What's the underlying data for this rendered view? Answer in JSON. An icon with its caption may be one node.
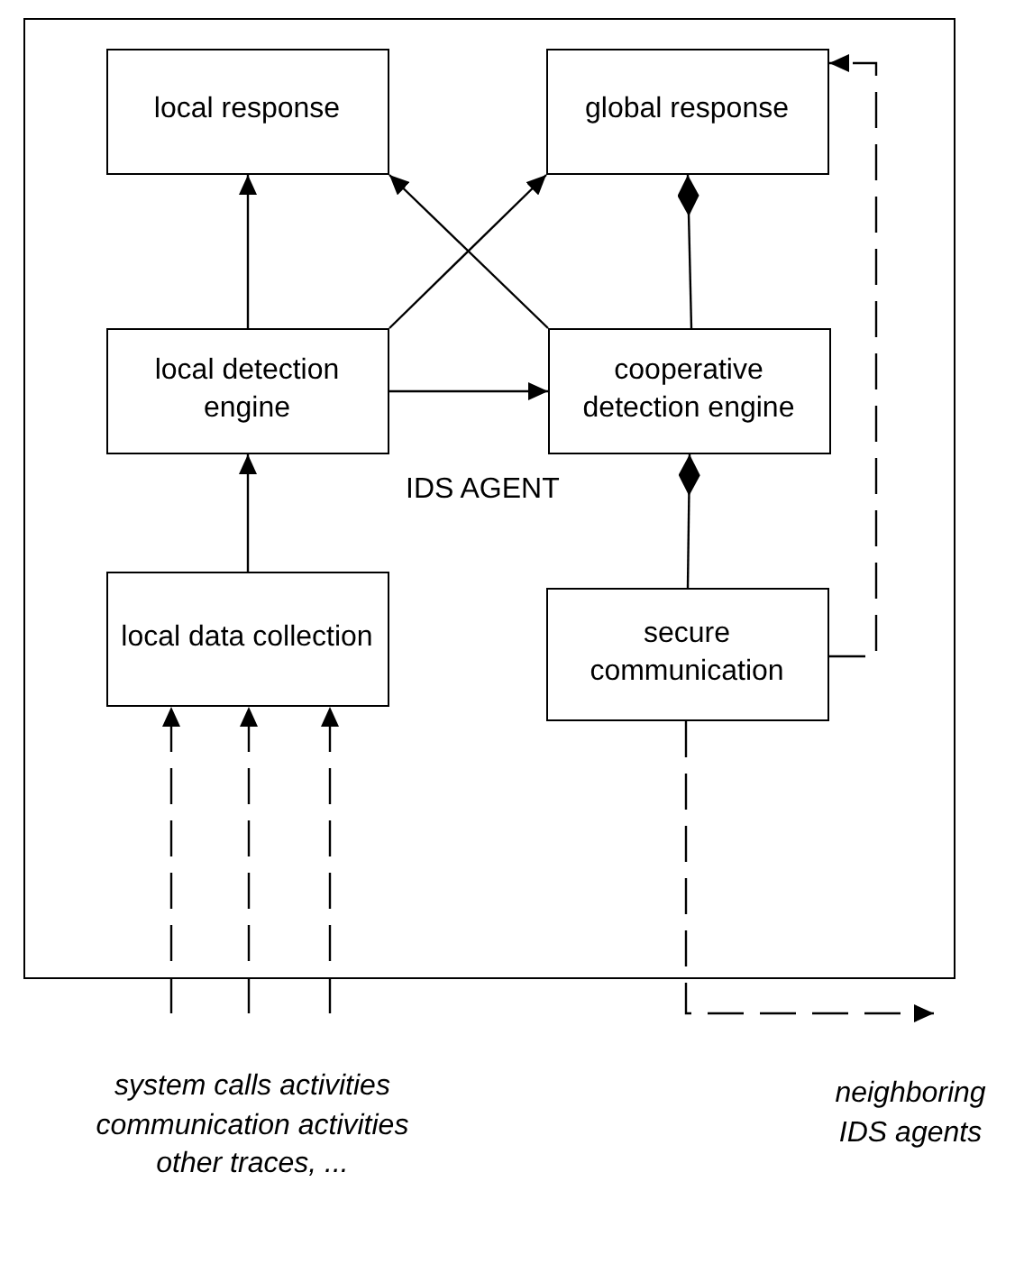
{
  "diagram": {
    "nodes": [
      {
        "text": [
          "IDS AGENT"
        ]
      },
      {
        "text": [
          "local response"
        ],
        "in": 0
      },
      {
        "text": [
          "global response"
        ],
        "in": 0
      },
      {
        "text": [
          "local detection engine"
        ],
        "in": 0
      },
      {
        "text": [
          "cooperative detection engine"
        ],
        "in": 0
      },
      {
        "text": [
          "local data collection"
        ],
        "in": 0
      },
      {
        "text": [
          "secure communication"
        ],
        "in": 0
      },
      {
        "text": [
          "system calls activities communication activities other traces, ..."
        ]
      },
      {
        "text": [
          "neighboring IDS agents"
        ]
      }
    ],
    "edges": [
      {
        "from": 3,
        "to": 1,
        "arrow": "to"
      },
      {
        "from": 3,
        "to": 2,
        "arrow": "to"
      },
      {
        "from": 4,
        "to": 1,
        "arrow": "to"
      },
      {
        "from": 3,
        "to": 4,
        "arrow": "to"
      },
      {
        "from": 4,
        "to": 2,
        "arrow": "other"
      },
      {
        "from": 6,
        "to": 4,
        "arrow": "other"
      },
      {
        "from": 6,
        "to": 2,
        "arrow": "to",
        "style": "dashed"
      },
      {
        "from": 5,
        "to": 3,
        "arrow": "to"
      },
      {
        "from": 7,
        "to": 5,
        "arrow": "to",
        "style": "dashed"
      },
      {
        "from": 7,
        "to": 5,
        "arrow": "to",
        "style": "dashed"
      },
      {
        "from": 7,
        "to": 5,
        "arrow": "to",
        "style": "dashed"
      },
      {
        "from": 6,
        "to": 8,
        "arrow": "to",
        "style": "dashed"
      }
    ]
  }
}
